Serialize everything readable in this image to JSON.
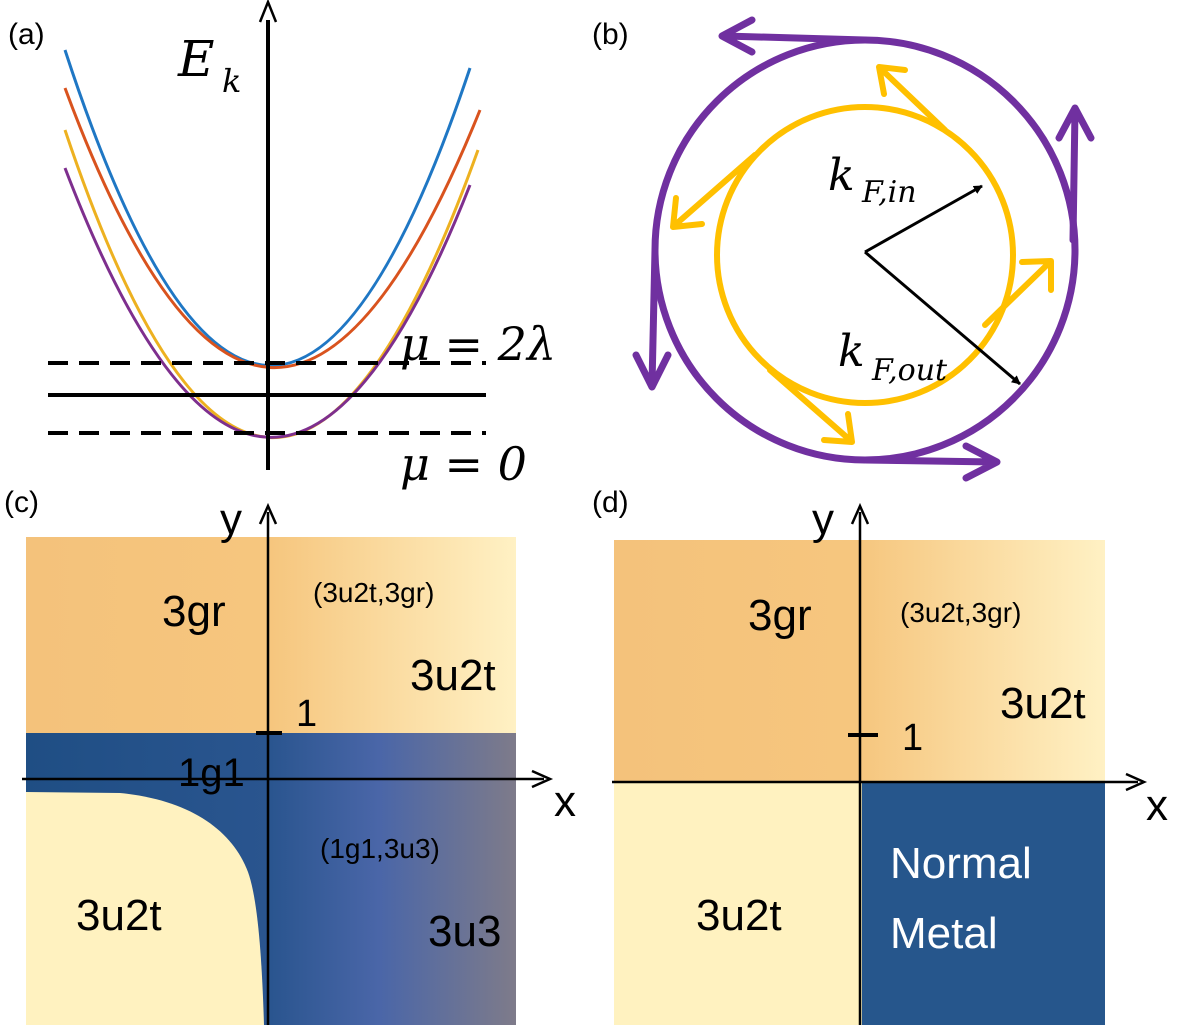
{
  "panel_a": {
    "tag": "(a)",
    "energy_symbol": "E",
    "energy_subscript": "k",
    "mu_high": "μ = 2λ",
    "mu_low": "μ = 0",
    "band_colors": [
      "#1f77c4",
      "#d9531e",
      "#edb120",
      "#7e2f8e"
    ]
  },
  "panel_b": {
    "tag": "(b)",
    "k_inner_main": "k",
    "k_inner_sub": "F,in",
    "k_outer_main": "k",
    "k_outer_sub": "F,out",
    "outer_color": "#7030a0",
    "inner_color": "#ffc000"
  },
  "panel_c": {
    "tag": "(c)",
    "axis_y": "y",
    "axis_x": "x",
    "tick_one": "1",
    "phase_top_left": "3gr",
    "phase_top_mid": "(3u2t,3gr)",
    "phase_top_right": "3u2t",
    "phase_center": "1g1",
    "phase_bottom_mid": "(1g1,3u3)",
    "phase_bottom_left": "3u2t",
    "phase_bottom_right": "3u3"
  },
  "panel_d": {
    "tag": "(d)",
    "axis_y": "y",
    "axis_x": "x",
    "tick_one": "1",
    "phase_top_left": "3gr",
    "phase_top_mid": "(3u2t,3gr)",
    "phase_top_right": "3u2t",
    "phase_bottom_left": "3u2t",
    "phase_bottom_right_line1": "Normal",
    "phase_bottom_right_line2": "Metal"
  }
}
